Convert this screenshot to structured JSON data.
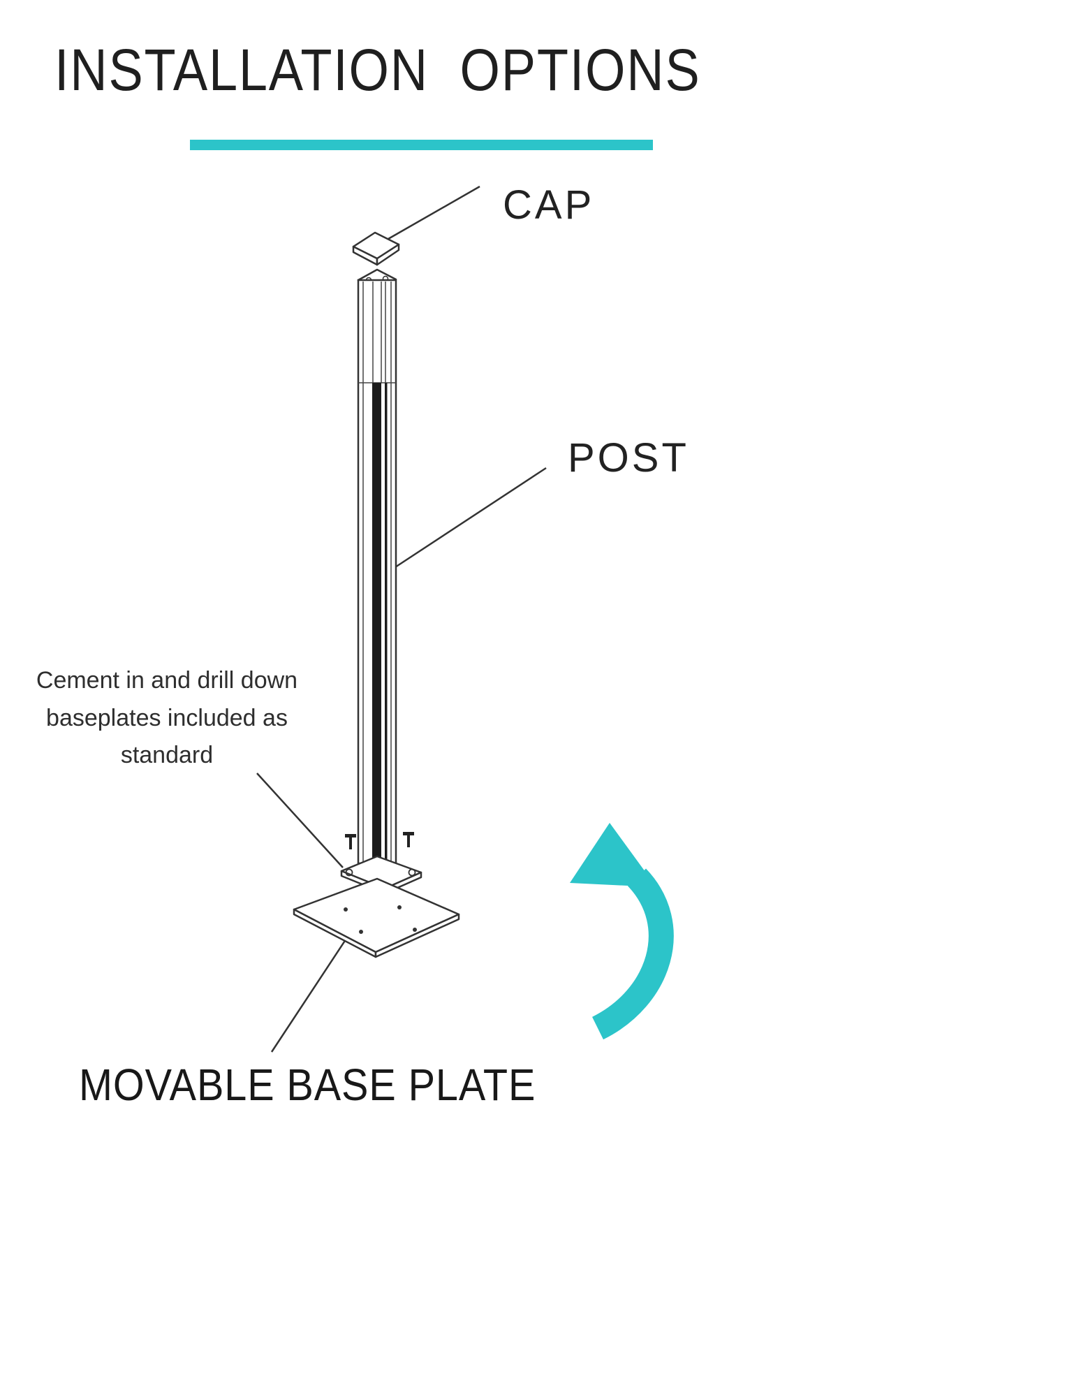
{
  "page": {
    "title": "INSTALLATION  OPTIONS",
    "accent_color": "#2cc4c9",
    "background": "#ffffff"
  },
  "labels": {
    "cap": "CAP",
    "post": "POST",
    "base_plate": "MOVABLE BASE PLATE"
  },
  "note": {
    "lines": [
      "Cement in and drill down",
      "baseplates included as",
      "standard"
    ]
  }
}
